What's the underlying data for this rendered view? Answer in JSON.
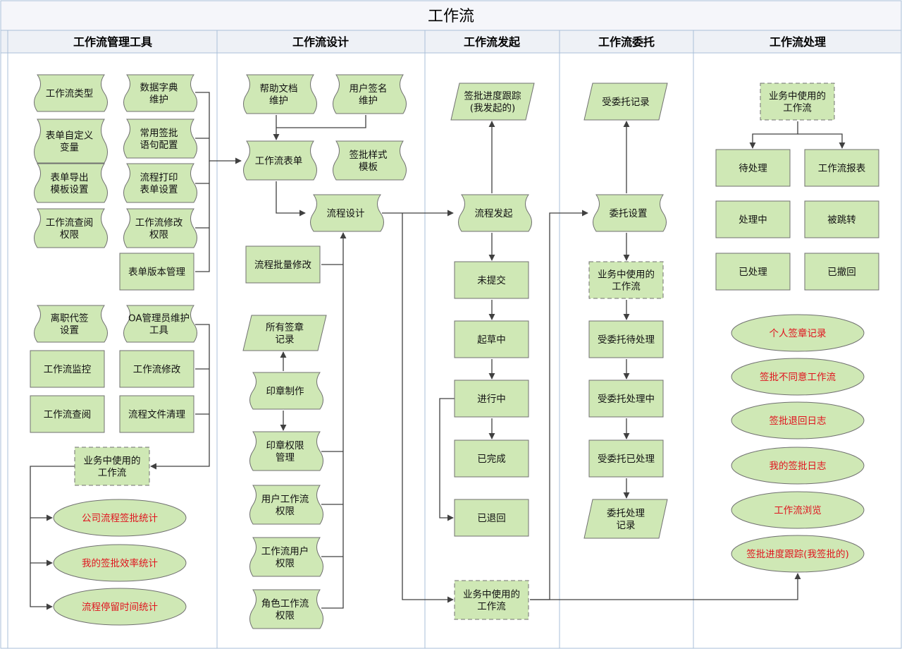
{
  "title": "工作流",
  "lanes": [
    {
      "id": "mgmt",
      "title": "工作流管理工具"
    },
    {
      "id": "design",
      "title": "工作流设计"
    },
    {
      "id": "launch",
      "title": "工作流发起"
    },
    {
      "id": "delegate",
      "title": "工作流委托"
    },
    {
      "id": "process",
      "title": "工作流处理"
    }
  ],
  "colors": {
    "node_fill": "#cfe8b5",
    "node_stroke": "#707070",
    "ellipse_fill": "#cfe8b5",
    "ellipse_text": "#e0141e",
    "lane_header_bg": "#eef1f6",
    "title_bg": "#f5f6fa",
    "lane_border": "#a9bfd8",
    "line": "#404040"
  },
  "nodes": [
    {
      "id": "m1",
      "shape": "wave",
      "label": [
        "工作流类型"
      ]
    },
    {
      "id": "m2",
      "shape": "wave",
      "label": [
        "表单自定义",
        "变量"
      ]
    },
    {
      "id": "m3",
      "shape": "wave",
      "label": [
        "表单导出",
        "模板设置"
      ]
    },
    {
      "id": "m4",
      "shape": "wave",
      "label": [
        "工作流查阅",
        "权限"
      ]
    },
    {
      "id": "m5",
      "shape": "wave",
      "label": [
        "数据字典",
        "维护"
      ]
    },
    {
      "id": "m6",
      "shape": "wave",
      "label": [
        "常用签批",
        "语句配置"
      ]
    },
    {
      "id": "m7",
      "shape": "wave",
      "label": [
        "流程打印",
        "表单设置"
      ]
    },
    {
      "id": "m8",
      "shape": "wave",
      "label": [
        "工作流修改",
        "权限"
      ]
    },
    {
      "id": "m9",
      "shape": "rect",
      "label": [
        "表单版本管理"
      ]
    },
    {
      "id": "m10",
      "shape": "wave",
      "label": [
        "离职代签",
        "设置"
      ]
    },
    {
      "id": "m11",
      "shape": "wave",
      "label": [
        "OA管理员维护",
        "工具"
      ]
    },
    {
      "id": "m12",
      "shape": "rect",
      "label": [
        "工作流监控"
      ]
    },
    {
      "id": "m13",
      "shape": "rect",
      "label": [
        "工作流修改"
      ]
    },
    {
      "id": "m14",
      "shape": "rect",
      "label": [
        "工作流查阅"
      ]
    },
    {
      "id": "m15",
      "shape": "rect",
      "label": [
        "流程文件清理"
      ]
    },
    {
      "id": "m16",
      "shape": "dashed",
      "label": [
        "业务中使用的",
        "工作流"
      ]
    },
    {
      "id": "m17",
      "shape": "ellipse",
      "label": [
        "公司流程签批统计"
      ]
    },
    {
      "id": "m18",
      "shape": "ellipse",
      "label": [
        "我的签批效率统计"
      ]
    },
    {
      "id": "m19",
      "shape": "ellipse",
      "label": [
        "流程停留时间统计"
      ]
    },
    {
      "id": "d1",
      "shape": "wave",
      "label": [
        "帮助文档",
        "维护"
      ]
    },
    {
      "id": "d2",
      "shape": "wave",
      "label": [
        "用户签名",
        "维护"
      ]
    },
    {
      "id": "d3",
      "shape": "wave",
      "label": [
        "工作流表单"
      ]
    },
    {
      "id": "d4",
      "shape": "wave",
      "label": [
        "签批样式",
        "模板"
      ]
    },
    {
      "id": "d5",
      "shape": "wave",
      "label": [
        "流程设计"
      ]
    },
    {
      "id": "d6",
      "shape": "rect",
      "label": [
        "流程批量修改"
      ]
    },
    {
      "id": "d7",
      "shape": "para",
      "label": [
        "所有签章",
        "记录"
      ]
    },
    {
      "id": "d8",
      "shape": "wave",
      "label": [
        "印章制作"
      ]
    },
    {
      "id": "d9",
      "shape": "wave",
      "label": [
        "印章权限",
        "管理"
      ]
    },
    {
      "id": "d10",
      "shape": "wave",
      "label": [
        "用户工作流",
        "权限"
      ]
    },
    {
      "id": "d11",
      "shape": "wave",
      "label": [
        "工作流用户",
        "权限"
      ]
    },
    {
      "id": "d12",
      "shape": "wave",
      "label": [
        "角色工作流",
        "权限"
      ]
    },
    {
      "id": "l1",
      "shape": "para",
      "label": [
        "签批进度跟踪",
        "(我发起的)"
      ]
    },
    {
      "id": "l2",
      "shape": "wave",
      "label": [
        "流程发起"
      ]
    },
    {
      "id": "l3",
      "shape": "rect",
      "label": [
        "未提交"
      ]
    },
    {
      "id": "l4",
      "shape": "rect",
      "label": [
        "起草中"
      ]
    },
    {
      "id": "l5",
      "shape": "rect",
      "label": [
        "进行中"
      ]
    },
    {
      "id": "l6",
      "shape": "rect",
      "label": [
        "已完成"
      ]
    },
    {
      "id": "l7",
      "shape": "rect",
      "label": [
        "已退回"
      ]
    },
    {
      "id": "l8",
      "shape": "dashed",
      "label": [
        "业务中使用的",
        "工作流"
      ]
    },
    {
      "id": "g1",
      "shape": "para",
      "label": [
        "受委托记录"
      ]
    },
    {
      "id": "g2",
      "shape": "wave",
      "label": [
        "委托设置"
      ]
    },
    {
      "id": "g3",
      "shape": "dashed",
      "label": [
        "业务中使用的",
        "工作流"
      ]
    },
    {
      "id": "g4",
      "shape": "rect",
      "label": [
        "受委托待处理"
      ]
    },
    {
      "id": "g5",
      "shape": "rect",
      "label": [
        "受委托处理中"
      ]
    },
    {
      "id": "g6",
      "shape": "rect",
      "label": [
        "受委托已处理"
      ]
    },
    {
      "id": "g7",
      "shape": "para",
      "label": [
        "委托处理",
        "记录"
      ]
    },
    {
      "id": "p1",
      "shape": "dashed",
      "label": [
        "业务中使用的",
        "工作流"
      ]
    },
    {
      "id": "p2",
      "shape": "rect",
      "label": [
        "待处理"
      ]
    },
    {
      "id": "p3",
      "shape": "rect",
      "label": [
        "工作流报表"
      ]
    },
    {
      "id": "p4",
      "shape": "rect",
      "label": [
        "处理中"
      ]
    },
    {
      "id": "p5",
      "shape": "rect",
      "label": [
        "被跳转"
      ]
    },
    {
      "id": "p6",
      "shape": "rect",
      "label": [
        "已处理"
      ]
    },
    {
      "id": "p7",
      "shape": "rect",
      "label": [
        "已撤回"
      ]
    },
    {
      "id": "p8",
      "shape": "ellipse",
      "label": [
        "个人签章记录"
      ]
    },
    {
      "id": "p9",
      "shape": "ellipse",
      "label": [
        "签批不同意工作流"
      ]
    },
    {
      "id": "p10",
      "shape": "ellipse",
      "label": [
        "签批退回日志"
      ]
    },
    {
      "id": "p11",
      "shape": "ellipse",
      "label": [
        "我的签批日志"
      ]
    },
    {
      "id": "p12",
      "shape": "ellipse",
      "label": [
        "工作流浏览"
      ]
    },
    {
      "id": "p13",
      "shape": "ellipse",
      "label": [
        "签批进度跟踪(我签批的)"
      ]
    }
  ],
  "edges": [
    {
      "from": "m5",
      "to": "d3"
    },
    {
      "from": "m6",
      "to": "d3"
    },
    {
      "from": "m7",
      "to": "d3"
    },
    {
      "from": "m8",
      "to": "d3"
    },
    {
      "from": "m9",
      "to": "d3"
    },
    {
      "from": "m11",
      "to": "m16"
    },
    {
      "from": "m13",
      "to": "m16"
    },
    {
      "from": "m15",
      "to": "m16"
    },
    {
      "from": "m16",
      "to": "m17"
    },
    {
      "from": "m16",
      "to": "m18"
    },
    {
      "from": "m16",
      "to": "m19"
    },
    {
      "from": "d1",
      "to": "d3"
    },
    {
      "from": "d2",
      "to": "d3"
    },
    {
      "from": "d3",
      "to": "d5"
    },
    {
      "from": "d6",
      "to": "d5"
    },
    {
      "from": "d9",
      "to": "d5"
    },
    {
      "from": "d10",
      "to": "d5"
    },
    {
      "from": "d11",
      "to": "d5"
    },
    {
      "from": "d12",
      "to": "d5"
    },
    {
      "from": "d8",
      "to": "d7"
    },
    {
      "from": "d8",
      "to": "d9"
    },
    {
      "from": "d5",
      "to": "l2"
    },
    {
      "from": "d5",
      "to": "l8"
    },
    {
      "from": "d5",
      "to": "g2"
    },
    {
      "from": "l2",
      "to": "l1"
    },
    {
      "from": "l2",
      "to": "l3"
    },
    {
      "from": "l3",
      "to": "l4"
    },
    {
      "from": "l4",
      "to": "l5"
    },
    {
      "from": "l5",
      "to": "l6"
    },
    {
      "from": "l5",
      "to": "l7"
    },
    {
      "from": "l8",
      "to": "p13"
    },
    {
      "from": "g2",
      "to": "g1"
    },
    {
      "from": "g2",
      "to": "g3"
    },
    {
      "from": "g3",
      "to": "g4"
    },
    {
      "from": "g4",
      "to": "g5"
    },
    {
      "from": "g5",
      "to": "g6"
    },
    {
      "from": "g6",
      "to": "g7"
    },
    {
      "from": "p1",
      "to": "p2"
    },
    {
      "from": "p1",
      "to": "p3"
    }
  ]
}
